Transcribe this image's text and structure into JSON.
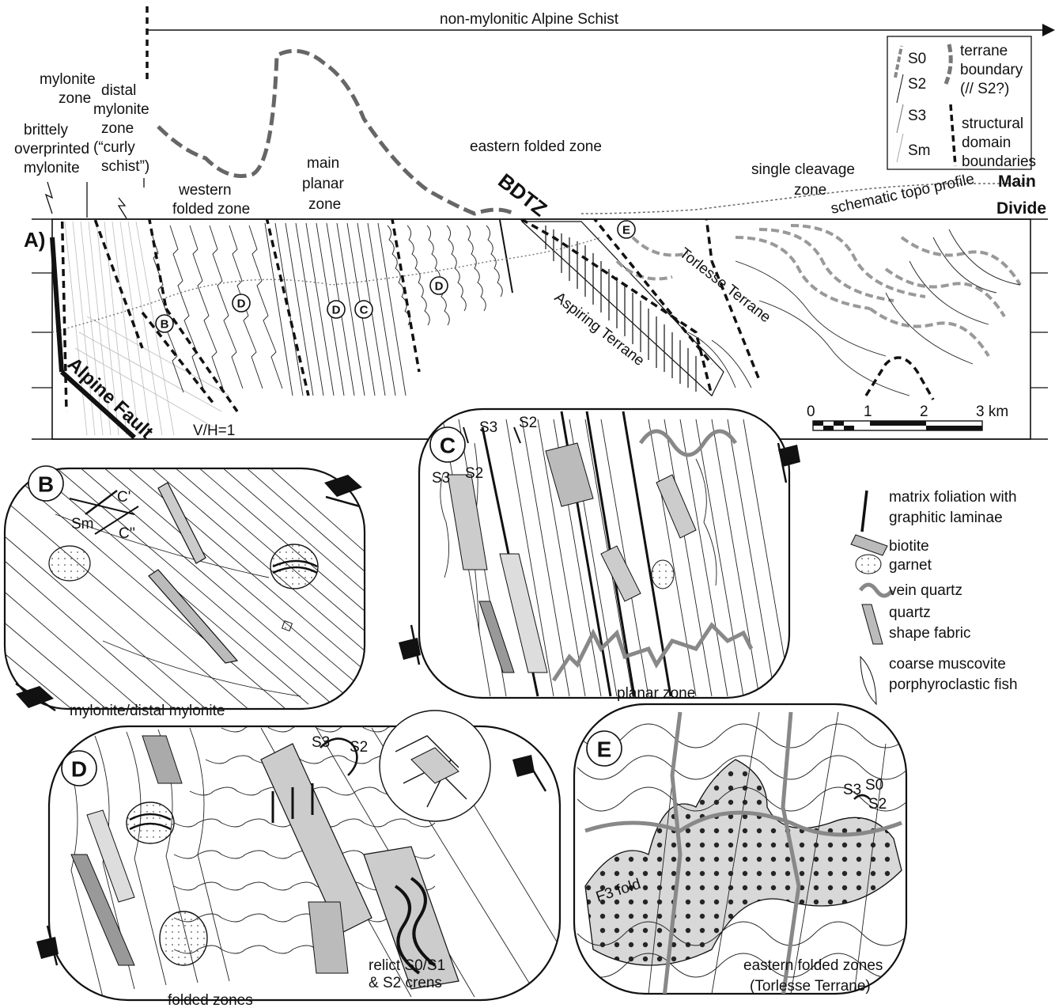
{
  "top_arrow_label": "non-mylonitic Alpine Schist",
  "panel_a": {
    "tag": "A)",
    "zone_labels": {
      "brittle": [
        "brittely",
        "overprinted",
        "mylonite"
      ],
      "mylonite": [
        "mylonite",
        "zone"
      ],
      "distal": [
        "distal",
        "mylonite",
        "zone",
        "(“curly",
        "schist”)"
      ],
      "western": [
        "western",
        "folded zone"
      ],
      "main_planar": [
        "main",
        "planar",
        "zone"
      ],
      "eastern": "eastern folded zone",
      "single_cleavage": [
        "single cleavage",
        "zone"
      ]
    },
    "bdtz": "BDTZ",
    "topo": "schematic topo profile",
    "main_divide": [
      "Main",
      "Divide"
    ],
    "torlesse": "Torlesse Terrane",
    "aspiring": "Aspiring Terrane",
    "alpine_fault": "Alpine Fault",
    "vh": "V/H=1",
    "scale": {
      "ticks": [
        "0",
        "1",
        "2",
        "3 km"
      ]
    },
    "markers": [
      "B",
      "D",
      "D",
      "C",
      "D",
      "E"
    ]
  },
  "legend_top": {
    "s0": "S0",
    "s2": "S2",
    "s3": "S3",
    "sm": "Sm",
    "terrane": [
      "terrane",
      "boundary",
      "(// S2?)"
    ],
    "structural": [
      "structural",
      "domain",
      "boundaries"
    ]
  },
  "legend_right": {
    "matrix": [
      "matrix foliation with",
      "graphitic laminae"
    ],
    "biotite": "biotite",
    "garnet": "garnet",
    "vein": "vein quartz",
    "quartz": [
      "quartz",
      "shape fabric"
    ],
    "muscovite": [
      "coarse muscovite",
      "porphyroclastic fish"
    ]
  },
  "panel_b": {
    "tag": "B",
    "caption": "mylonite/distal mylonite",
    "c1": "C'",
    "sm": "Sm",
    "c2": "C''"
  },
  "panel_c": {
    "tag": "C",
    "caption": "planar zone",
    "s3a": "S3",
    "s2a": "S2",
    "s3b": "S3",
    "s2b": "S2"
  },
  "panel_d": {
    "tag": "D",
    "caption": "folded zones",
    "relict": [
      "relict S0/S1",
      "& S2 crens"
    ],
    "s3": "S3",
    "s2": "S2"
  },
  "panel_e": {
    "tag": "E",
    "caption": [
      "eastern folded zones",
      "(Torlesse Terrane)"
    ],
    "s3": "S3",
    "s0": "S0",
    "s2": "S2",
    "fold": "F3 fold"
  }
}
